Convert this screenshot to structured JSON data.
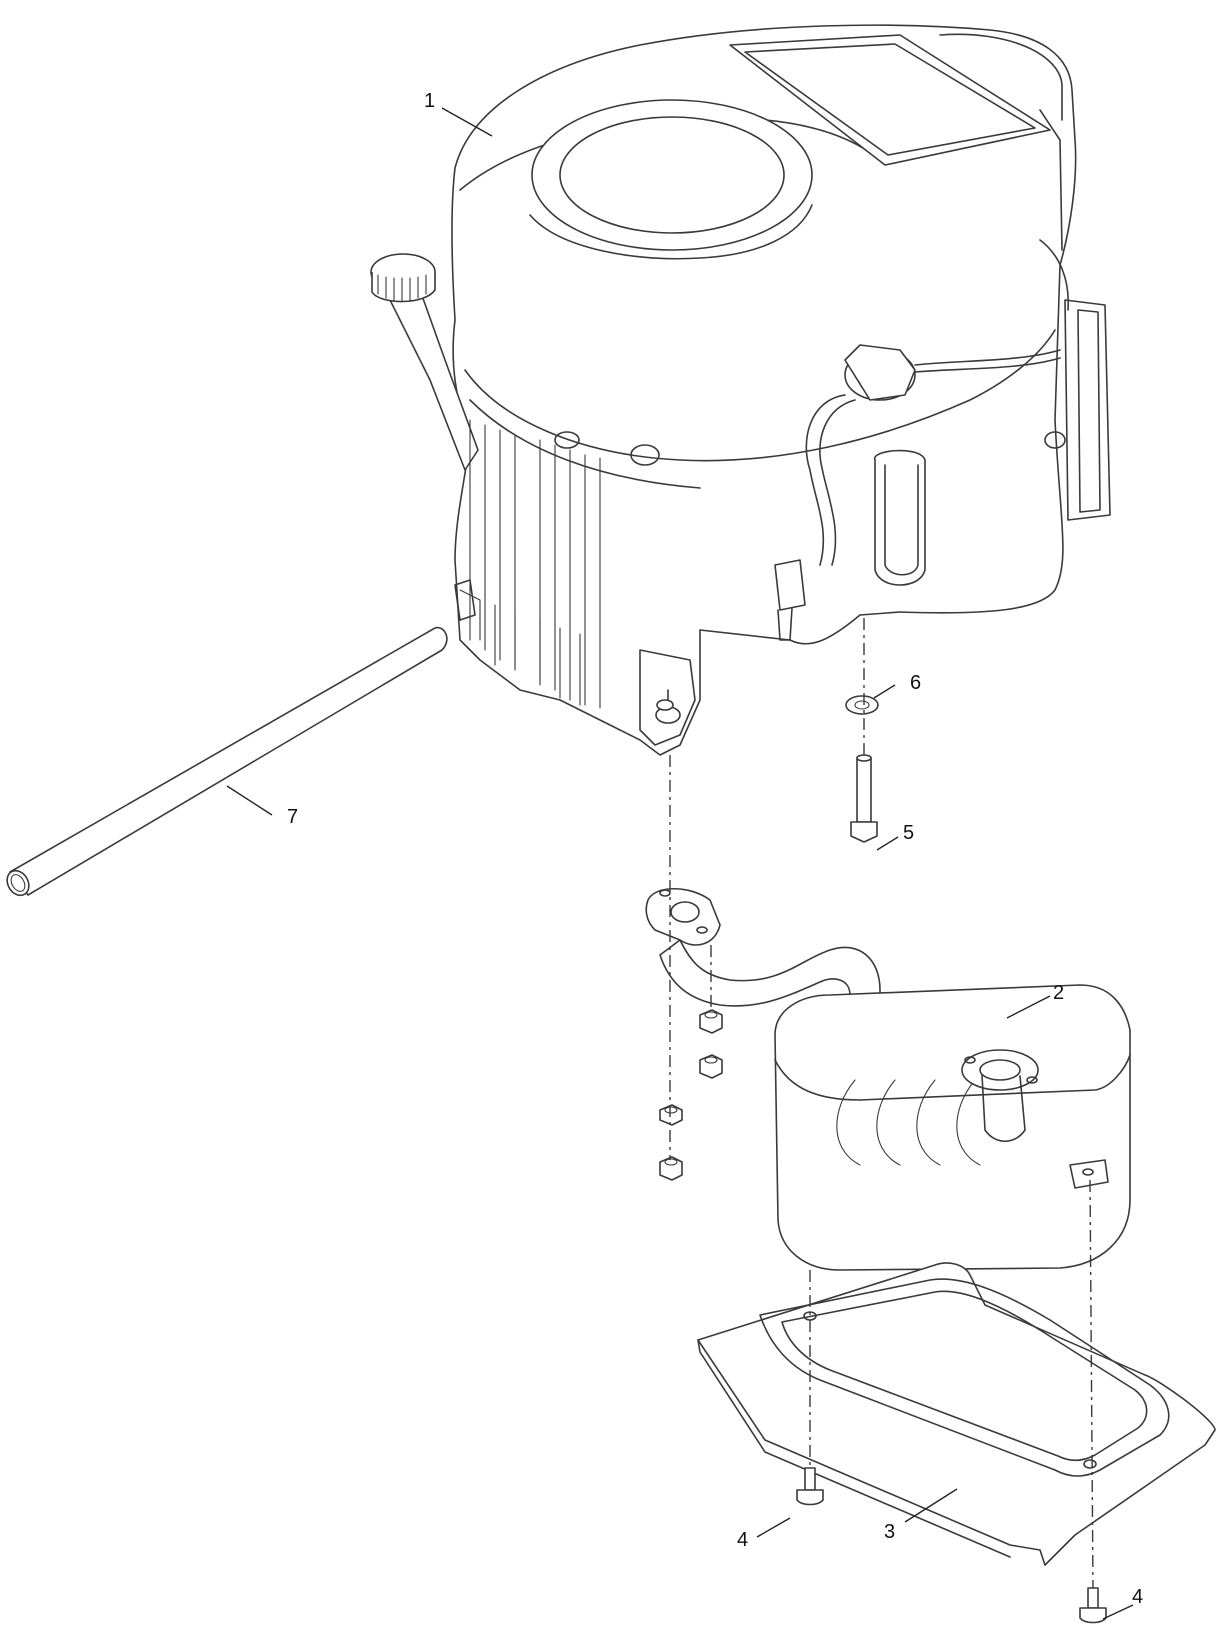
{
  "callouts": [
    {
      "id": "1",
      "text": "1"
    },
    {
      "id": "2",
      "text": "2"
    },
    {
      "id": "3",
      "text": "3"
    },
    {
      "id": "4a",
      "text": "4"
    },
    {
      "id": "4b",
      "text": "4"
    },
    {
      "id": "5",
      "text": "5"
    },
    {
      "id": "6",
      "text": "6"
    },
    {
      "id": "7",
      "text": "7"
    }
  ],
  "parts": [
    {
      "callout": "1",
      "icon": "engine-icon"
    },
    {
      "callout": "2",
      "icon": "muffler-icon"
    },
    {
      "callout": "3",
      "icon": "heat-shield-icon"
    },
    {
      "callout": "4",
      "icon": "screw-icon"
    },
    {
      "callout": "5",
      "icon": "bolt-icon"
    },
    {
      "callout": "6",
      "icon": "washer-icon"
    },
    {
      "callout": "7",
      "icon": "tube-icon"
    }
  ],
  "colors": {
    "line": "#3a3a3a",
    "background": "#ffffff",
    "text": "#111111"
  }
}
